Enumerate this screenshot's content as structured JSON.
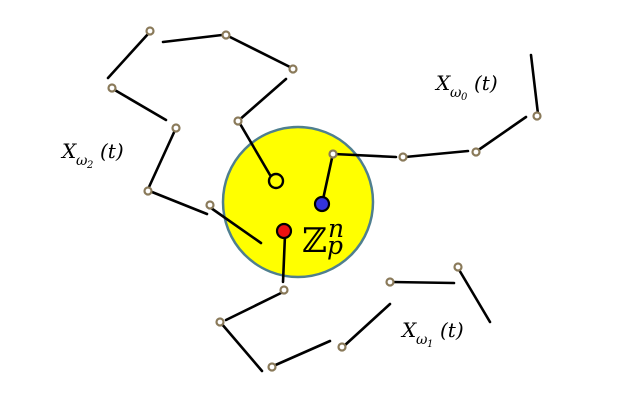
{
  "colors": {
    "disc_fill": "#ffff00",
    "disc_stroke": "#4f7f8f",
    "path_stroke": "#000000",
    "node_stroke": "#8a7a5a",
    "marker_black_fill": "#ffff00",
    "marker_blue_fill": "#3333dd",
    "marker_red_fill": "#ee1111"
  },
  "disc_label": {
    "base": "ℤ",
    "superscript": "n",
    "subscript": "p"
  },
  "path_labels": [
    {
      "id": "omega0",
      "var": "X",
      "sub": "ω",
      "subsub": "0",
      "arg": "(t)"
    },
    {
      "id": "omega1",
      "var": "X",
      "sub": "ω",
      "subsub": "1",
      "arg": "(t)"
    },
    {
      "id": "omega2",
      "var": "X",
      "sub": "ω",
      "subsub": "2",
      "arg": "(t)"
    }
  ]
}
